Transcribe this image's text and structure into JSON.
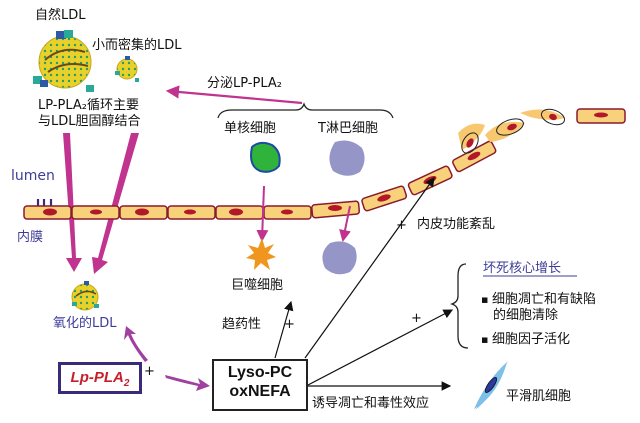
{
  "labels": {
    "natural_ldl": "自然LDL",
    "small_dense_ldl": "小而密集的LDL",
    "lppla2_binding_line1": "LP-PLA₂循环主要",
    "lppla2_binding_line2": "与LDL胆固醇结合",
    "secrete": "分泌LP-PLA₂",
    "monocyte": "单核细胞",
    "t_cell": "T淋巴细胞",
    "lumen": "lumen",
    "intima": "内膜",
    "macrophage": "巨噬细胞",
    "oxidized_ldl": "氧化的LDL",
    "chemotaxis": "趋药性",
    "plus": "+",
    "endothelial_dysfunction": "内皮功能紊乱",
    "necrotic_core": "坏死核心增长",
    "bullet1_line1": "细胞凋亡和有缺陷",
    "bullet1_line2": "的细胞清除",
    "bullet2": "细胞因子活化",
    "apoptosis_toxic": "诱导凋亡和毒性效应",
    "smooth_muscle": "平滑肌细胞",
    "lppla2_enzyme": "Lp-PLA",
    "lppla2_sub": "2",
    "product_line1": "Lyso-PC",
    "product_line2": "oxNEFA"
  },
  "colors": {
    "arrow_magenta": "#c0338f",
    "cell_fill": "#f7d27a",
    "cell_border": "#8b1a2e",
    "nucleus": "#b3182a",
    "monocyte": "#2fb33a",
    "t_cell": "#9595c8",
    "macrophage": "#f0961e",
    "smooth_muscle": "#7fc0e8",
    "label_blue": "#3d3d99",
    "enzyme_red": "#c81e2a",
    "enzyme_border": "#3b2a7a"
  }
}
